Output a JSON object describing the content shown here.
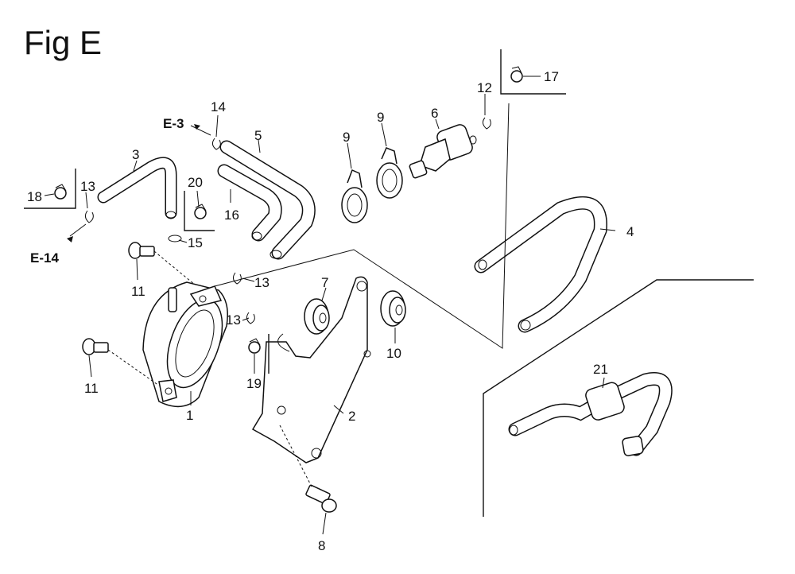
{
  "title": "Fig E",
  "refs": {
    "e3": "E-3",
    "e14": "E-14"
  },
  "callouts": {
    "n1": "1",
    "n2": "2",
    "n3": "3",
    "n4": "4",
    "n5": "5",
    "n6": "6",
    "n7": "7",
    "n8": "8",
    "n9a": "9",
    "n9b": "9",
    "n10": "10",
    "n11a": "11",
    "n11b": "11",
    "n12": "12",
    "n13a": "13",
    "n13b": "13",
    "n13c": "13",
    "n14": "14",
    "n15": "15",
    "n16": "16",
    "n17": "17",
    "n18": "18",
    "n19": "19",
    "n20": "20",
    "n21": "21"
  }
}
